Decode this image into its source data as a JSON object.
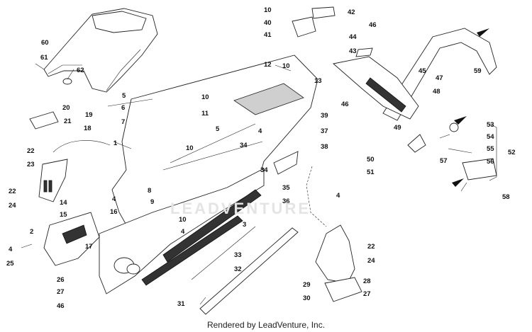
{
  "footer": {
    "text": "Rendered by LeadVenture, Inc."
  },
  "watermark": {
    "text": "LEADVENTURE"
  },
  "callouts": [
    "1",
    "2",
    "3",
    "4",
    "5",
    "6",
    "7",
    "8",
    "9",
    "10",
    "11",
    "12",
    "13",
    "14",
    "15",
    "16",
    "17",
    "18",
    "19",
    "20",
    "21",
    "22",
    "23",
    "24",
    "25",
    "26",
    "27",
    "28",
    "29",
    "30",
    "31",
    "32",
    "33",
    "34",
    "35",
    "36",
    "37",
    "38",
    "39",
    "40",
    "41",
    "42",
    "43",
    "44",
    "45",
    "46",
    "47",
    "48",
    "49",
    "50",
    "51",
    "52",
    "53",
    "54",
    "55",
    "56",
    "57",
    "58",
    "59",
    "60",
    "61",
    "62"
  ]
}
